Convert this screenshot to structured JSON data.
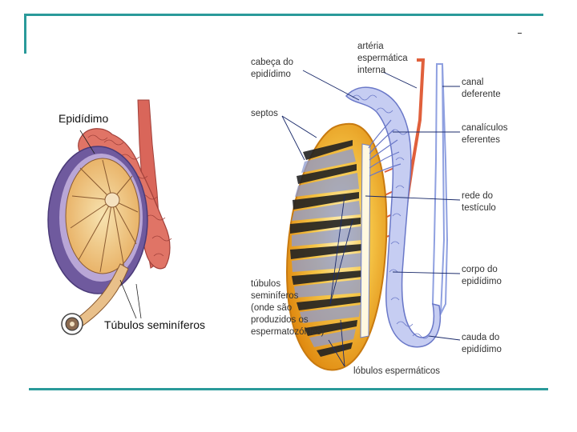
{
  "left_figure": {
    "label_epididymis": "Epidídimo",
    "label_tubules": "Túbulos seminíferos"
  },
  "right_figure": {
    "labels": [
      "cabeça do",
      "epidídimo",
      "artéria",
      "espermática",
      "interna",
      "canal",
      "deferente",
      "septos",
      "canalículos",
      "eferentes",
      "rede do",
      "testículo",
      "túbulos",
      "seminíferos",
      "(onde são",
      "produzidos os",
      "espermatozóides)",
      "corpo do",
      "epidídimo",
      "cauda do",
      "epidídimo",
      "lóbulos espermáticos"
    ]
  },
  "colors": {
    "frame": "#2a9a9a",
    "epididymis": "#d9665a",
    "tunica": "#7a5ca8",
    "lobule_fill": "#f2c98a",
    "testis_orange": "#f0a020",
    "tubule_blue": "#7f8fd8"
  }
}
